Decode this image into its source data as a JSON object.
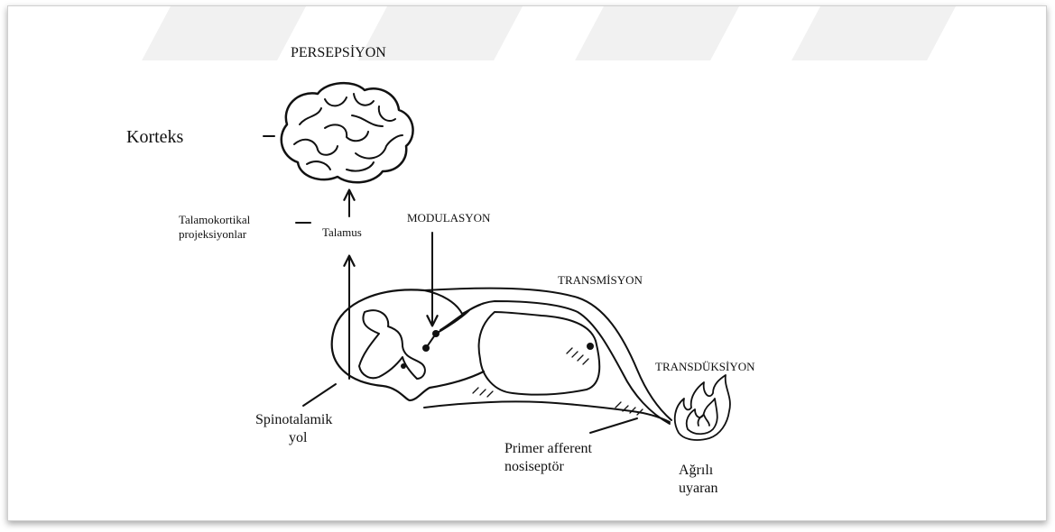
{
  "labels": {
    "persepsiyon": "PERSEPSİYON",
    "korteks": "Korteks",
    "talamokortikal_1": "Talamokortikal",
    "talamokortikal_2": "projeksiyonlar",
    "talamus": "Talamus",
    "modulasyon": "MODULASYON",
    "transmisyon": "TRANSMİSYON",
    "transduksiyon": "TRANSDÜKSİYON",
    "spinotalamik_1": "Spinotalamik",
    "spinotalamik_2": "yol",
    "primer_1": "Primer afferent",
    "primer_2": "nosiseptör",
    "agrili_1": "Ağrılı",
    "agrili_2": "uyaran"
  }
}
